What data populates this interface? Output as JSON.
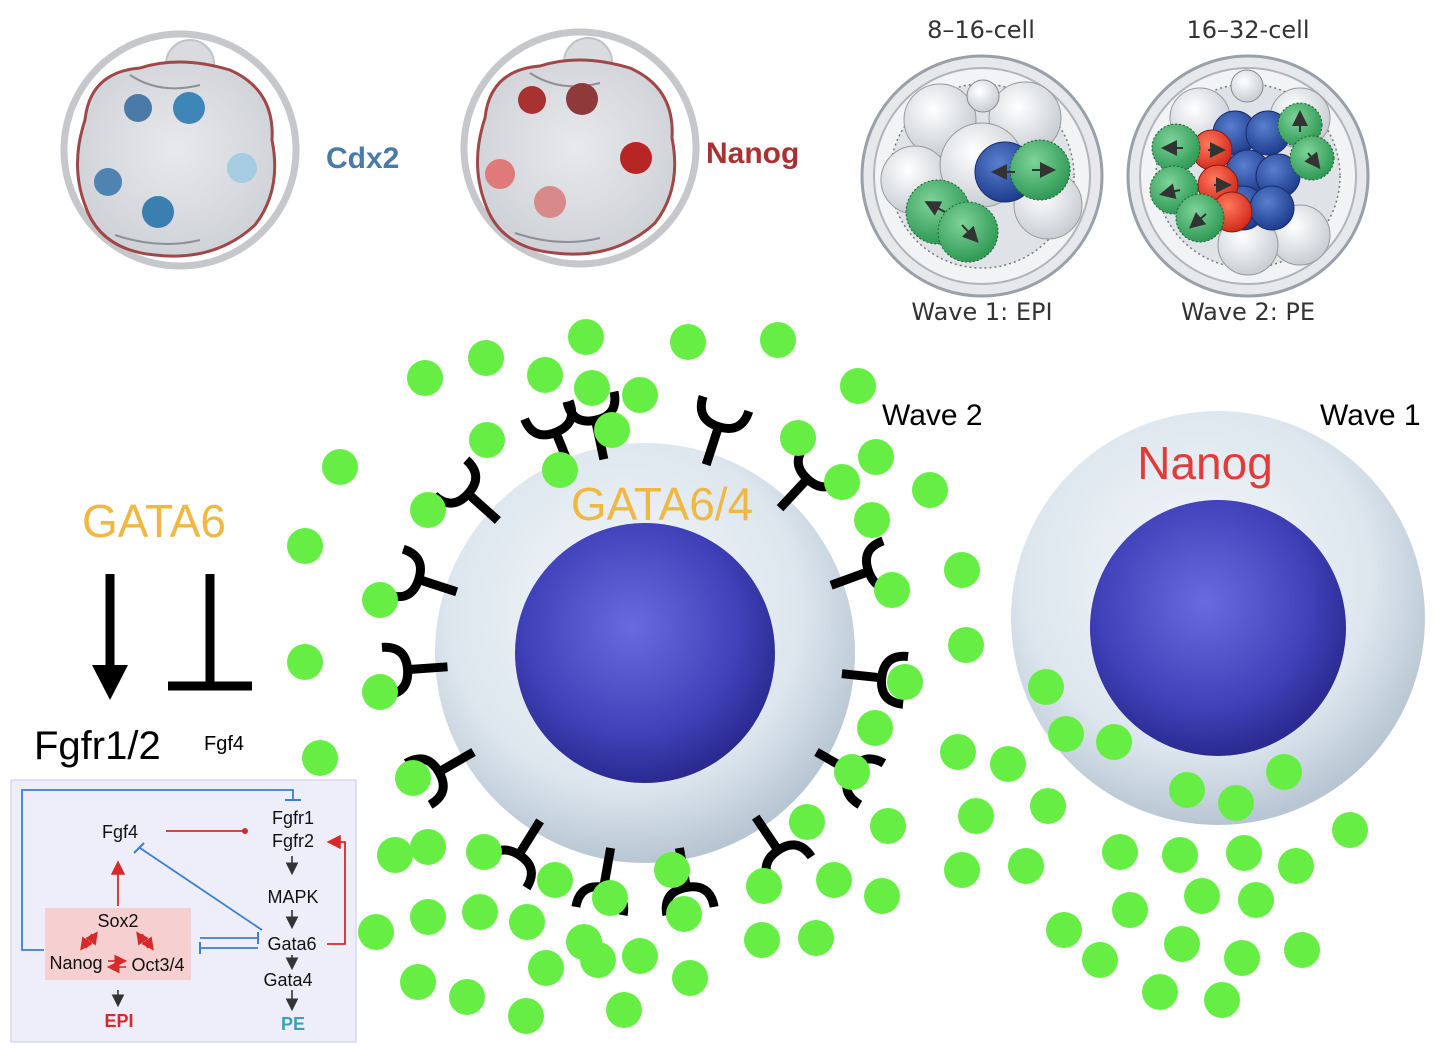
{
  "top": {
    "marker_cdx2": "Cdx2",
    "marker_nanog": "Nanog",
    "stage_8_16": "8–16-cell",
    "stage_16_32": "16–32-cell",
    "wave1_caption": "Wave 1: EPI",
    "wave2_caption": "Wave 2: PE"
  },
  "main": {
    "gata6": "GATA6",
    "fgfr": "Fgfr1/2",
    "fgf4": "Fgf4",
    "gata64": "GATA6/4",
    "wave2": "Wave 2",
    "wave1": "Wave 1",
    "nanog": "Nanog"
  },
  "network": {
    "fgf4": "Fgf4",
    "fgfr1": "Fgfr1",
    "fgfr2": "Fgfr2",
    "mapk": "MAPK",
    "sox2": "Sox2",
    "nanog": "Nanog",
    "oct34": "Oct3/4",
    "gata6": "Gata6",
    "gata4": "Gata4",
    "epi": "EPI",
    "pe": "PE"
  },
  "colors": {
    "cdx2": "#4a7aa8",
    "nanog_dark": "#a83232",
    "nanog_red": "#e23b3b",
    "gata": "#f0b743",
    "fgf_dot": "#66ee44",
    "nucleus": "#4848c0",
    "epi_red": "#d42a2a",
    "pe_teal": "#3aa0b8"
  }
}
